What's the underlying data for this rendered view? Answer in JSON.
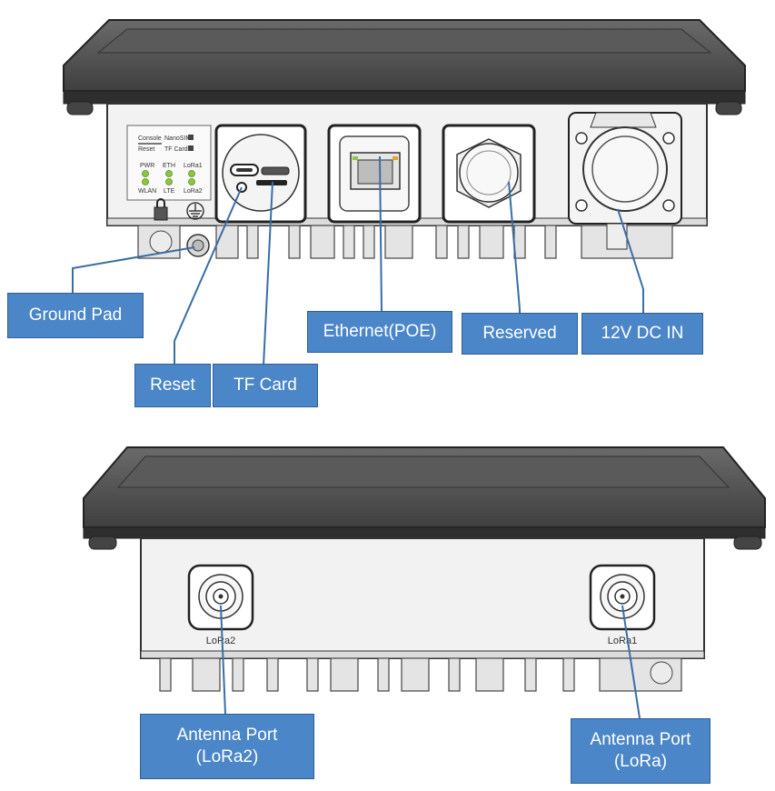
{
  "callouts": {
    "ground_pad": "Ground Pad",
    "reset": "Reset",
    "tf_card": "TF Card",
    "ethernet": "Ethernet(POE)",
    "reserved": "Reserved",
    "dc_in": "12V DC IN",
    "antenna_lora2_line1": "Antenna Port",
    "antenna_lora2_line2": "(LoRa2)",
    "antenna_lora_line1": "Antenna Port",
    "antenna_lora_line2": "(LoRa)"
  },
  "panel_labels": {
    "console": "Console",
    "nanosim": "NanoSIM",
    "reset": "Reset",
    "tf_card": "TF Card",
    "pwr": "PWR",
    "eth": "ETH",
    "lora1": "LoRa1",
    "wlan": "WLAN",
    "lte": "LTE",
    "lora2": "LoRa2"
  },
  "port_labels": {
    "lora2": "LoRa2",
    "lora1": "LoRa1"
  },
  "colors": {
    "callout_fill": "#4a86c8",
    "leader_line": "#3a6ea5",
    "enclosure_top": "#555555",
    "enclosure_body": "#f2f2f2",
    "led": "#8cc63f"
  }
}
